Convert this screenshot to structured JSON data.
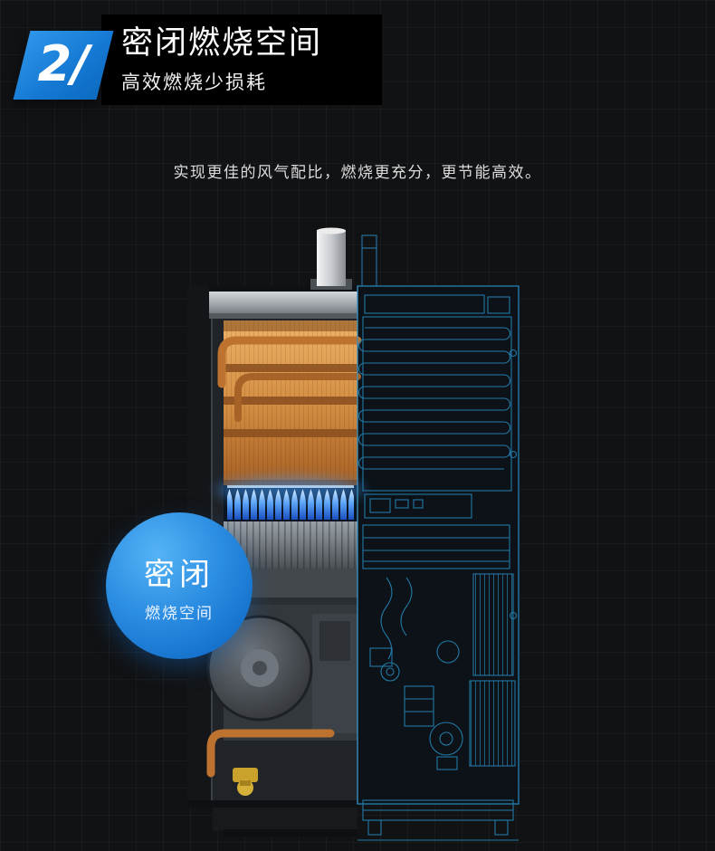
{
  "header": {
    "number": "2/",
    "title": "密闭燃烧空间",
    "subtitle": "高效燃烧少损耗",
    "description": "实现更佳的风气配比，燃烧更充分，更节能高效。"
  },
  "callout": {
    "title": "密闭",
    "subtitle": "燃烧空间"
  },
  "illustration": {
    "subject": "gas-water-heater-cutaway",
    "left_half": "realistic-render",
    "right_half": "blueprint-wireframe"
  },
  "colors": {
    "background": "#111214",
    "badge_blue": "#1478d2",
    "callout_blue": "#1672cc",
    "blueprint_line": "#2482b4",
    "copper": "#d38e43",
    "flame_blue": "#5da6f8",
    "title_bar_black": "#000000"
  }
}
